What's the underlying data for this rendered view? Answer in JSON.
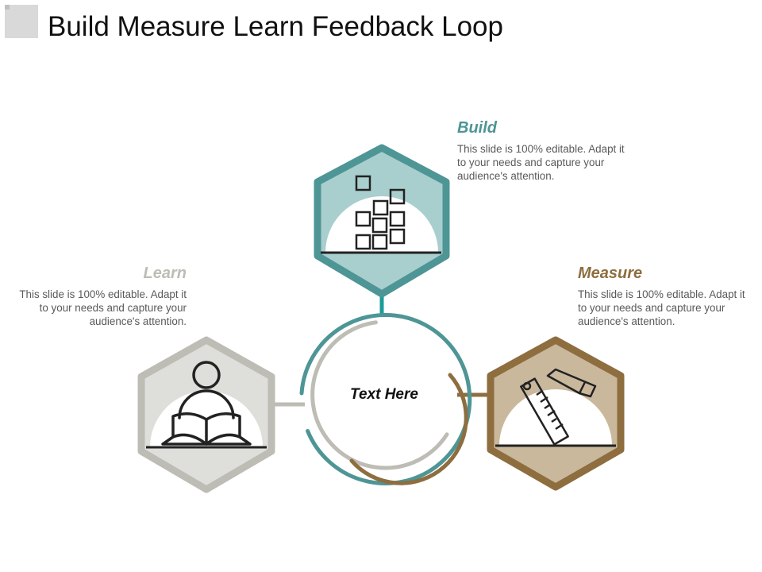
{
  "slide": {
    "title": "Build Measure Learn Feedback Loop"
  },
  "center": {
    "label": "Text Here"
  },
  "stages": {
    "build": {
      "heading": "Build",
      "text": "This slide is 100% editable. Adapt it to your needs and capture your audience's attention.",
      "icon": "blocks-icon",
      "accent": "#4e9596",
      "fill": "#a9cece"
    },
    "measure": {
      "heading": "Measure",
      "text": "This slide is 100% editable. Adapt it to your needs and capture your audience's attention.",
      "icon": "ruler-pencil-icon",
      "accent": "#8e6d3f",
      "fill": "#c9b89c"
    },
    "learn": {
      "heading": "Learn",
      "text": "This slide is 100% editable. Adapt it to your needs and capture your audience's attention.",
      "icon": "reader-icon",
      "accent": "#bdbcb5",
      "fill": "#dededa"
    }
  }
}
